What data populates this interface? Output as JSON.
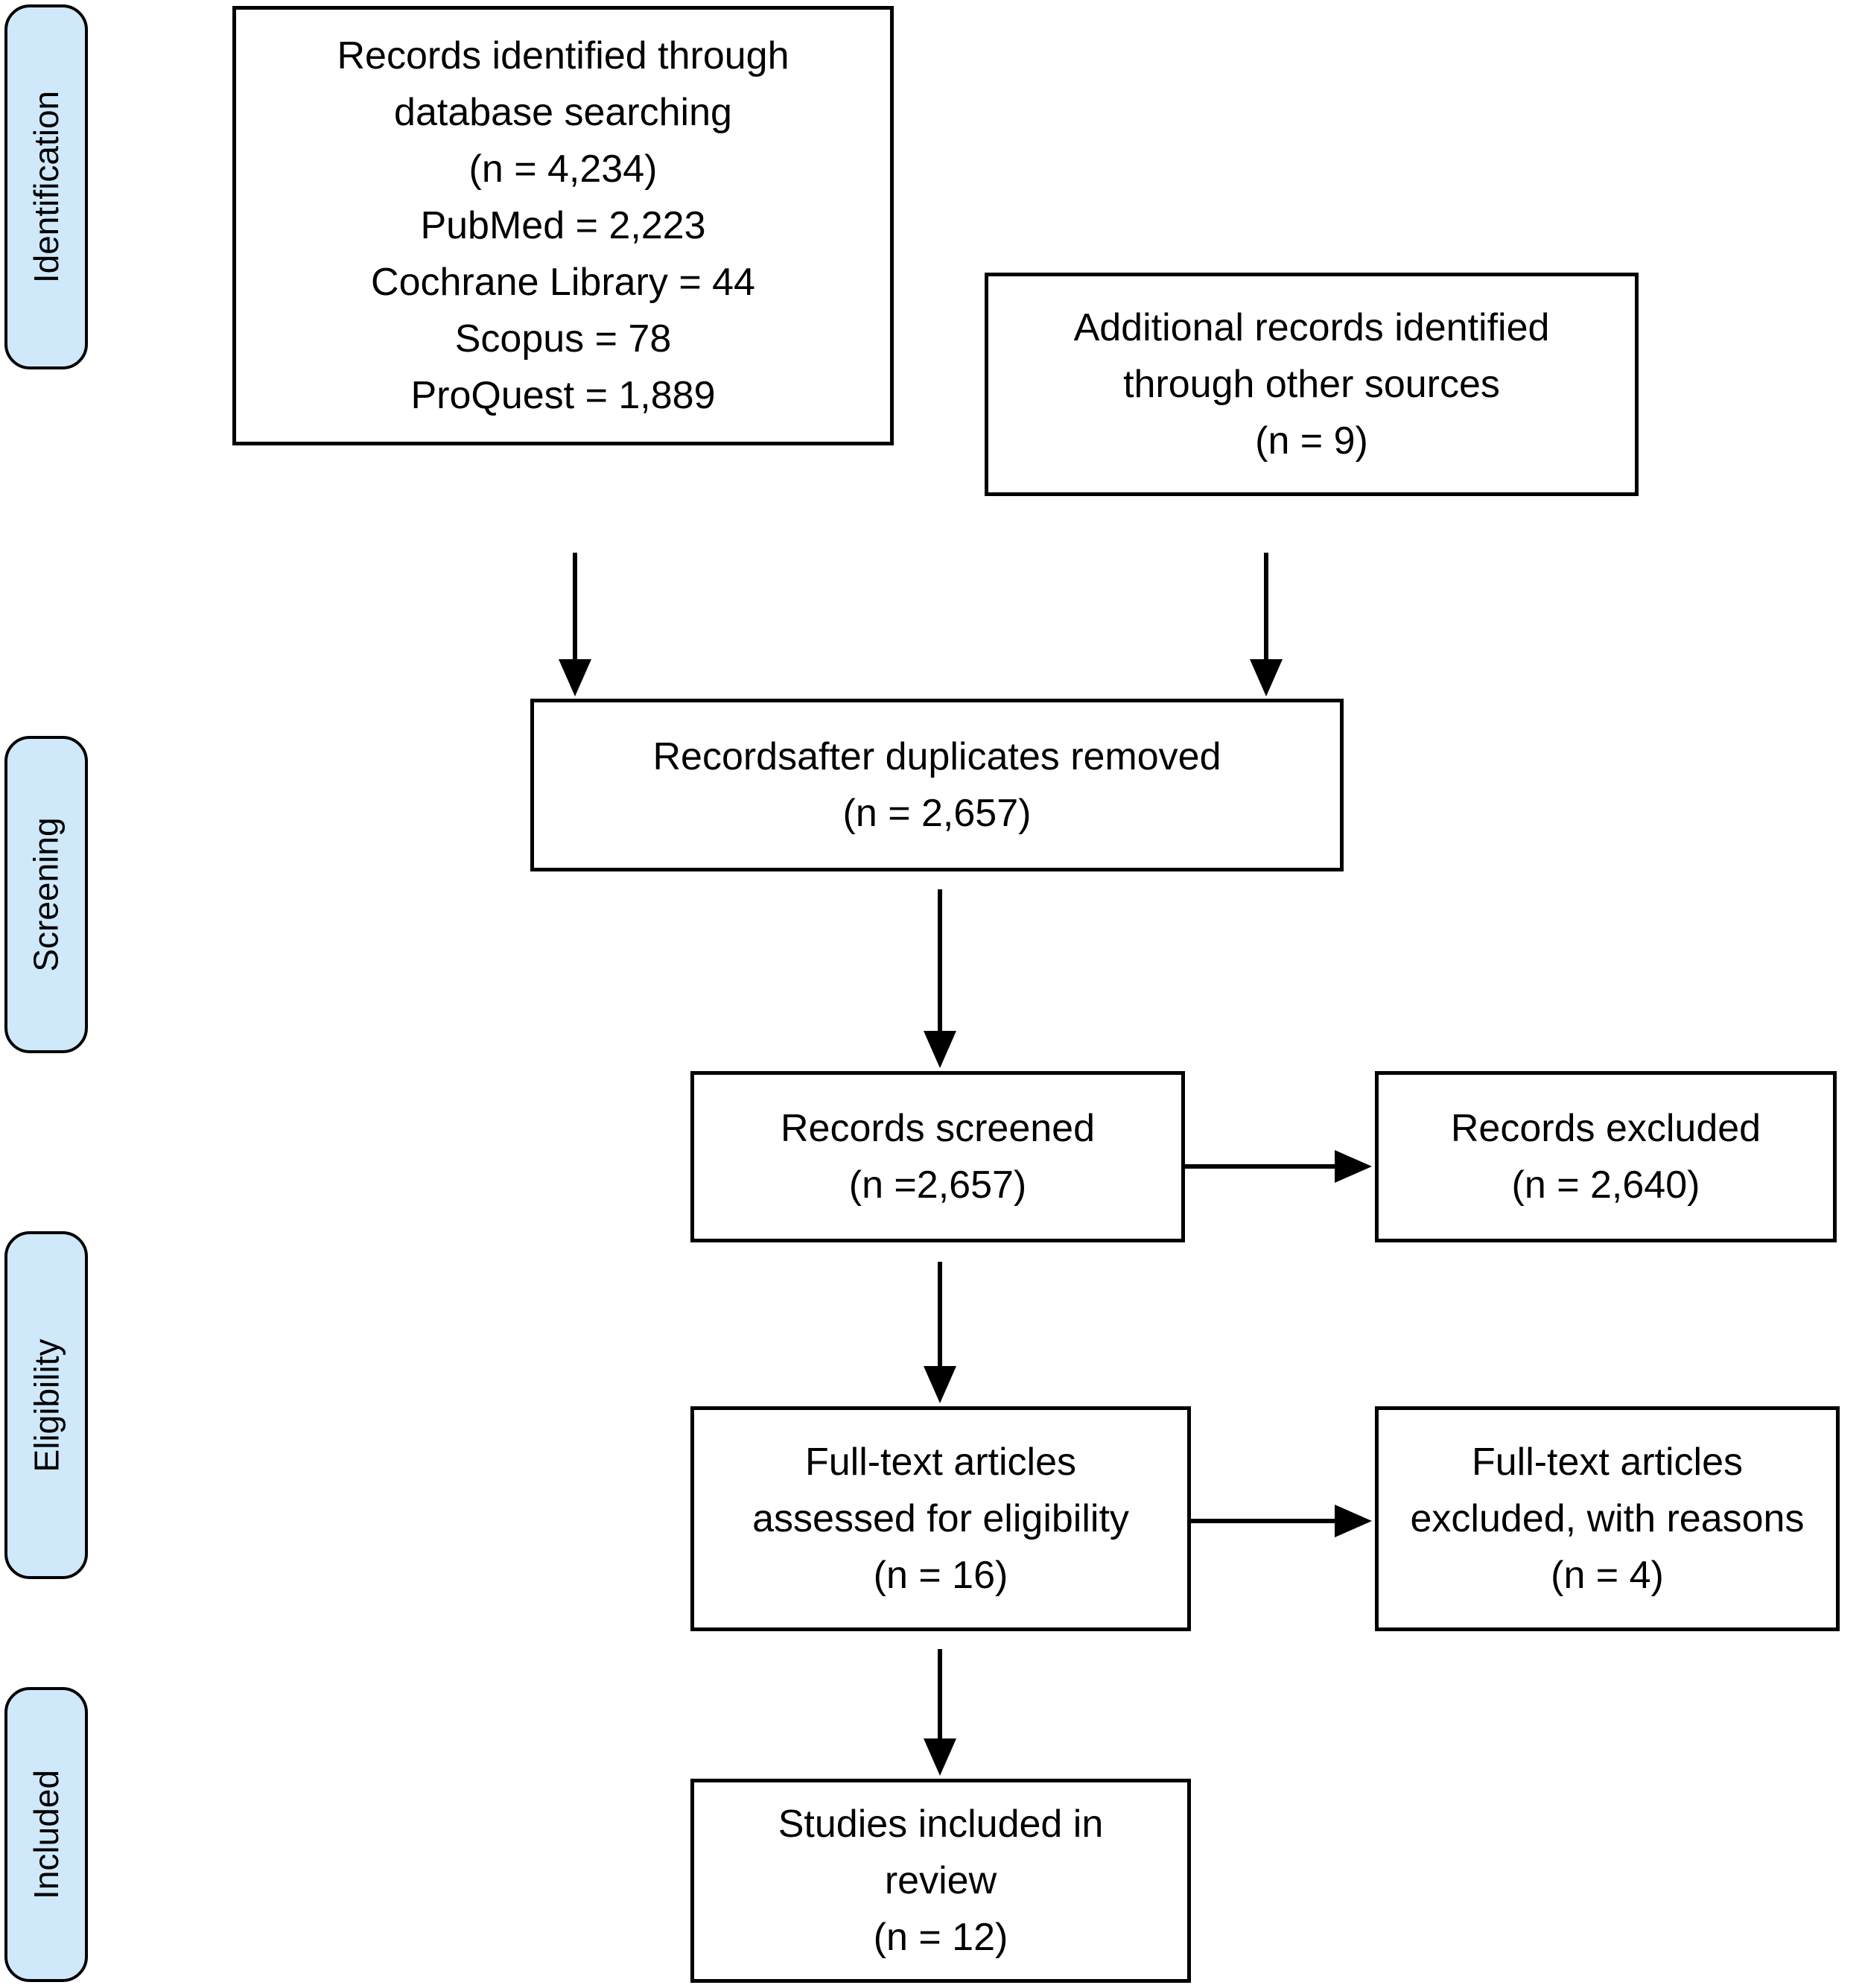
{
  "stages": [
    {
      "id": "identification",
      "label": "Identification"
    },
    {
      "id": "screening",
      "label": "Screening"
    },
    {
      "id": "eligibility",
      "label": "Eligibility"
    },
    {
      "id": "included",
      "label": "Included"
    }
  ],
  "boxes": {
    "identified": {
      "lines": [
        "Records identified through",
        "database searching",
        "(n = 4,234)",
        "PubMed = 2,223",
        "Cochrane Library = 44",
        "Scopus = 78",
        "ProQuest = 1,889"
      ]
    },
    "additional": {
      "lines": [
        "Additional records identified",
        "through other sources",
        "(n = 9)"
      ]
    },
    "duplicates_removed": {
      "lines": [
        "Recordsafter duplicates removed",
        "(n = 2,657)"
      ]
    },
    "screened": {
      "lines": [
        "Records screened",
        "(n =2,657)"
      ]
    },
    "excluded": {
      "lines": [
        "Records excluded",
        "(n = 2,640)"
      ]
    },
    "fulltext_assessed": {
      "lines": [
        "Full-text articles",
        "assessed for eligibility",
        "(n = 16)"
      ]
    },
    "fulltext_excluded": {
      "lines": [
        "Full-text articles",
        "excluded, with reasons",
        "(n = 4)"
      ]
    },
    "included_studies": {
      "lines": [
        "Studies included in",
        "review",
        "(n = 12)"
      ]
    }
  },
  "colors": {
    "stage_fill": "#cfe9fb",
    "box_fill": "#ffffff",
    "border": "#000000",
    "arrow": "#000000",
    "text": "#000000"
  }
}
